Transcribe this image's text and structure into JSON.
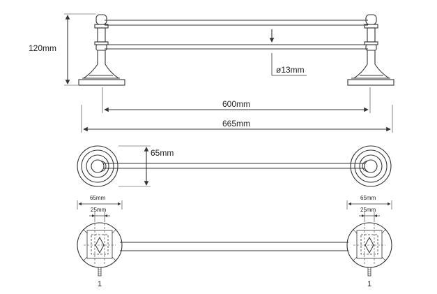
{
  "front_view": {
    "height_label": "120mm",
    "diameter_label": "ø13mm",
    "center_span_label": "600mm",
    "overall_length_label": "665mm"
  },
  "top_view": {
    "depth_label": "65mm"
  },
  "back_view": {
    "left_flange_width_label": "65mm",
    "left_hole_spacing_label": "25mm",
    "right_flange_width_label": "65mm",
    "right_hole_spacing_label": "25mm",
    "left_screw_count_label": "1",
    "right_screw_count_label": "1"
  },
  "colors": {
    "stroke": "#333333",
    "text": "#222222"
  }
}
